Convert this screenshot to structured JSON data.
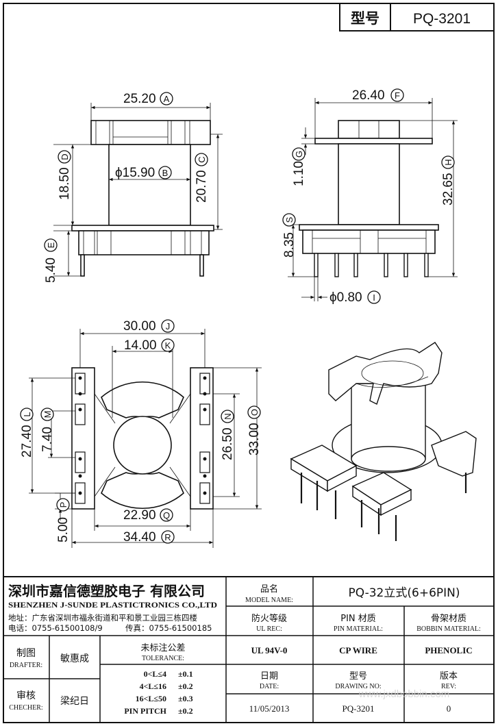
{
  "header": {
    "model_label": "型号",
    "model_value": "PQ-3201"
  },
  "dimensions": [
    {
      "id": "A",
      "text": "25.20"
    },
    {
      "id": "B",
      "text": "ϕ15.90"
    },
    {
      "id": "C",
      "text": "20.70"
    },
    {
      "id": "D",
      "text": "18.50"
    },
    {
      "id": "E",
      "text": "5.40"
    },
    {
      "id": "F",
      "text": "26.40"
    },
    {
      "id": "G",
      "text": "1.10"
    },
    {
      "id": "H",
      "text": "32.65"
    },
    {
      "id": "S",
      "text": "8.35"
    },
    {
      "id": "I",
      "text": "ϕ0.80"
    },
    {
      "id": "J",
      "text": "30.00"
    },
    {
      "id": "K",
      "text": "14.00"
    },
    {
      "id": "L",
      "text": "27.40"
    },
    {
      "id": "M",
      "text": "7.40"
    },
    {
      "id": "N",
      "text": "26.50"
    },
    {
      "id": "O",
      "text": "33.00"
    },
    {
      "id": "P",
      "text": "5.00"
    },
    {
      "id": "Q",
      "text": "22.90"
    },
    {
      "id": "R",
      "text": "34.40"
    }
  ],
  "title_block": {
    "company_cn": "深圳市嘉信德塑胶电子 有限公司",
    "company_en": "SHENZHEN J-SUNDE PLASTICTRONICS CO.,LTD",
    "address": "地址：广东省深圳市福永街道和平和景工业园三栋四楼",
    "phone": "电话：0755-61500108/9",
    "fax": "传真：0755-61500185",
    "model_name_cn": "品名",
    "model_name_en": "MODEL NAME:",
    "model_name_value": "PQ-32立式(6+6PIN)",
    "ul_rec_cn": "防火等级",
    "ul_rec_en": "UL REC:",
    "ul_rec_value": "UL 94V-0",
    "pin_material_cn": "PIN 材质",
    "pin_material_en": "PIN MATERIAL:",
    "pin_material_value": "CP WIRE",
    "bobbin_material_cn": "骨架材质",
    "bobbin_material_en": "BOBBIN MATERIAL:",
    "bobbin_material_value": "PHENOLIC",
    "drafter_cn": "制图",
    "drafter_en": "DRAFTER:",
    "drafter_name": "敏惠成",
    "checker_cn": "审核",
    "checker_en": "CHECHER:",
    "checker_name": "梁纪日",
    "tolerance_cn": "未标注公差",
    "tolerance_en": "TOLERANCE:",
    "tolerances": [
      {
        "range": "0<L≤4",
        "value": "±0.1"
      },
      {
        "range": "4<L≤16",
        "value": "±0.2"
      },
      {
        "range": "16<L≤50",
        "value": "±0.3"
      },
      {
        "range": "PIN PITCH",
        "value": "±0.2"
      }
    ],
    "date_cn": "日期",
    "date_en": "DATE:",
    "date_value": "11/05/2013",
    "drawing_no_cn": "型号",
    "drawing_no_en": "DRAWING NO:",
    "drawing_no_value": "PQ-3201",
    "rev_cn": "版本",
    "rev_en": "REV:",
    "rev_value": "0",
    "watermark": "www.jxdbobbin.com"
  }
}
